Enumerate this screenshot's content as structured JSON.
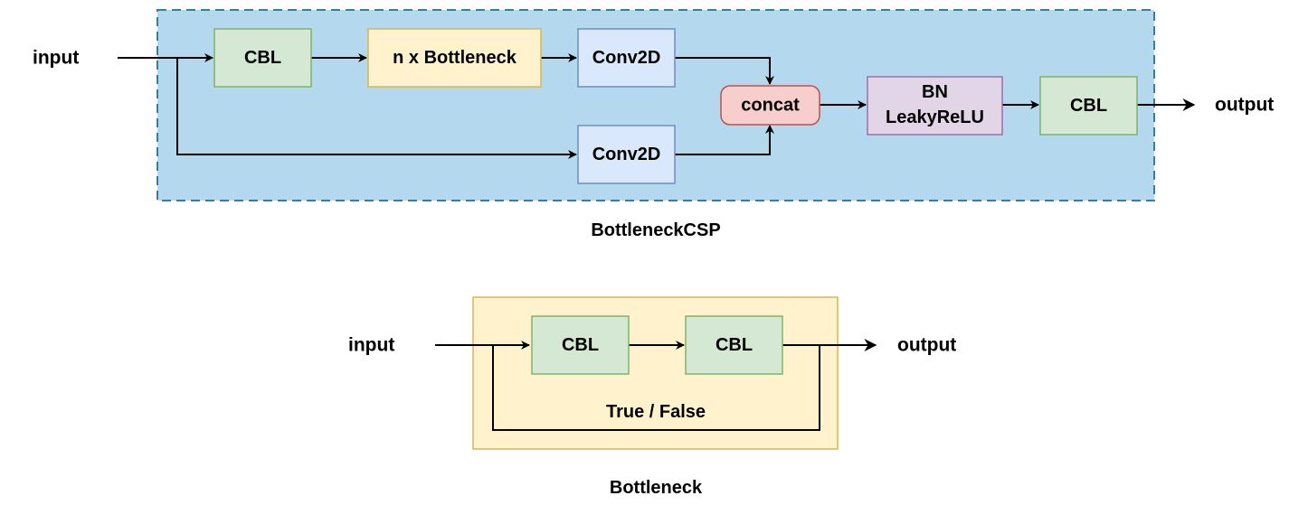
{
  "colors": {
    "csp_region": "#b4d9ee",
    "csp_region_border": "#3d7aa0",
    "cbl_fill": "#d5e8d4",
    "cbl_border": "#82b366",
    "bottleneck_fill": "#fff2cc",
    "bottleneck_border": "#d6b656",
    "conv_fill": "#dae8fc",
    "conv_border": "#6c8ebf",
    "concat_fill": "#f8cecc",
    "concat_border": "#b85450",
    "bn_fill": "#e1d5e7",
    "bn_border": "#9673a6",
    "bottleneck_region": "#fff2cc",
    "bottleneck_region_border": "#d6b656"
  },
  "csp": {
    "caption": "BottleneckCSP",
    "input_label": "input",
    "output_label": "output",
    "nodes": {
      "cbl_1": "CBL",
      "n_bottleneck": "n x Bottleneck",
      "conv2d_top": "Conv2D",
      "conv2d_bottom": "Conv2D",
      "concat": "concat",
      "bn_line1": "BN",
      "bn_line2": "LeakyReLU",
      "cbl_2": "CBL"
    }
  },
  "bottleneck": {
    "caption": "Bottleneck",
    "input_label": "input",
    "output_label": "output",
    "shortcut_label": "True / False",
    "nodes": {
      "cbl_1": "CBL",
      "cbl_2": "CBL"
    }
  }
}
